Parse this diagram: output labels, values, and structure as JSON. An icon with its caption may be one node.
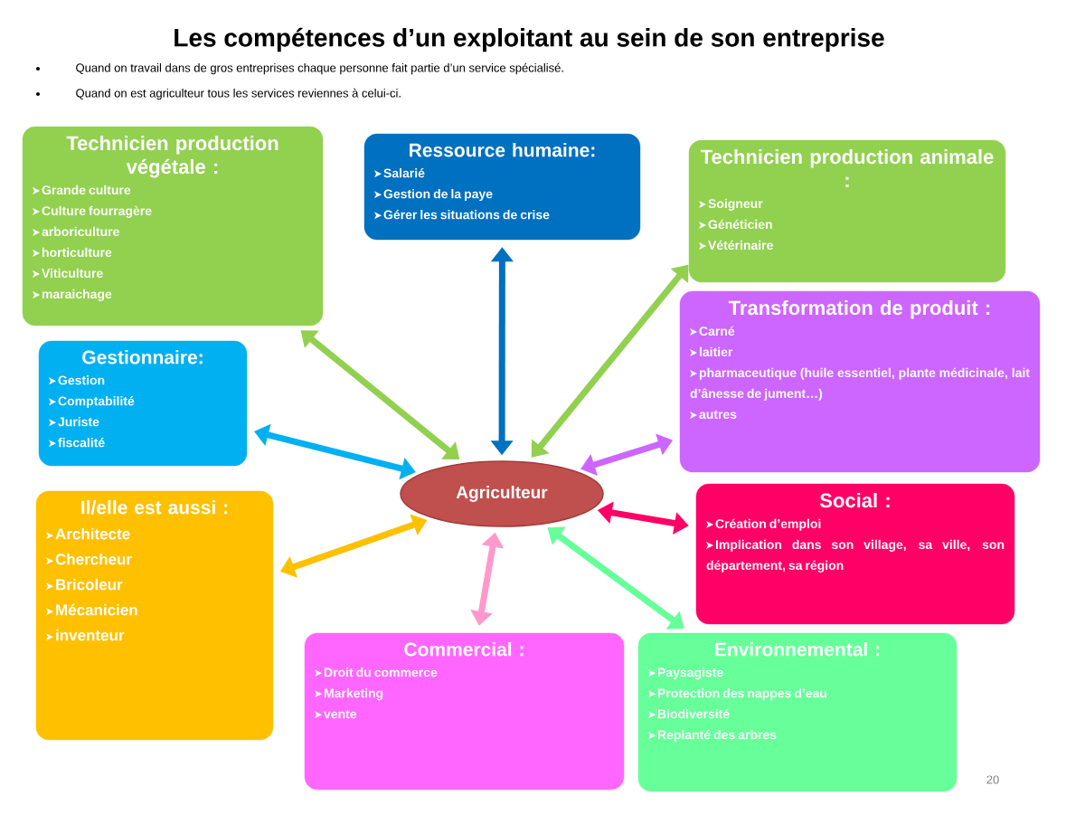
{
  "diagram": {
    "title": "Les compétences d’un exploitant au sein de son entreprise",
    "nodes": [
      {
        "text": [
          "Technicien production végétale :",
          "Grande culture",
          "Culture fourragère",
          "arboriculture",
          "horticulture",
          "Viticulture",
          "maraichage"
        ]
      },
      {
        "text": [
          "Ressource humaine:",
          "Salarié",
          "Gestion de la paye",
          "Gérer les situations  de crise"
        ]
      },
      {
        "text": [
          "Technicien production animale :",
          "Soigneur",
          "Généticien",
          "Vétérinaire"
        ]
      },
      {
        "text": [
          "Transformation de produit :",
          "Carné",
          "laitier",
          "pharmaceutique (huile essentiel, plante médicinale, lait d’ânesse de jument…)",
          "autres"
        ]
      },
      {
        "text": [
          "Gestionnaire:",
          "Gestion",
          "Comptabilité",
          "Juriste",
          "fiscalité"
        ]
      },
      {
        "text": [
          "Agriculteur"
        ]
      },
      {
        "text": [
          "Social :",
          "Création d’emploi",
          "Implication dans son village, sa ville, son département, sa région"
        ]
      },
      {
        "text": [
          "Il/elle  est aussi :",
          "Architecte",
          "Chercheur",
          "Bricoleur",
          "Mécanicien",
          "inventeur"
        ]
      },
      {
        "text": [
          "Commercial :",
          "Droit du commerce",
          "Marketing",
          "vente"
        ]
      },
      {
        "text": [
          "Environnemental :",
          "Paysagiste",
          "Protection des nappes d’eau",
          "Biodiversité",
          "Replanté des arbres"
        ]
      }
    ],
    "edges": [
      {
        "from": 5,
        "to": 0,
        "arrow": "both",
        "color": "#92d050"
      },
      {
        "from": 5,
        "to": 1,
        "arrow": "both",
        "color": "#0070c0"
      },
      {
        "from": 5,
        "to": 2,
        "arrow": "both",
        "color": "#92d050"
      },
      {
        "from": 5,
        "to": 3,
        "arrow": "both",
        "color": "#cc66ff"
      },
      {
        "from": 5,
        "to": 4,
        "arrow": "both",
        "color": "#00b0f0"
      },
      {
        "from": 5,
        "to": 6,
        "arrow": "both",
        "color": "#ff0066"
      },
      {
        "from": 5,
        "to": 7,
        "arrow": "both",
        "color": "#ffc000"
      },
      {
        "from": 5,
        "to": 8,
        "arrow": "both",
        "color": "#ff99cc"
      },
      {
        "from": 5,
        "to": 9,
        "arrow": "both",
        "color": "#66ff99"
      }
    ],
    "labels": [
      "Quand on travail dans de gros entreprises chaque personne fait partie d’un service spécialisé.",
      "Quand on est agriculteur tous les services reviennes à celui-ci.",
      "20"
    ]
  }
}
